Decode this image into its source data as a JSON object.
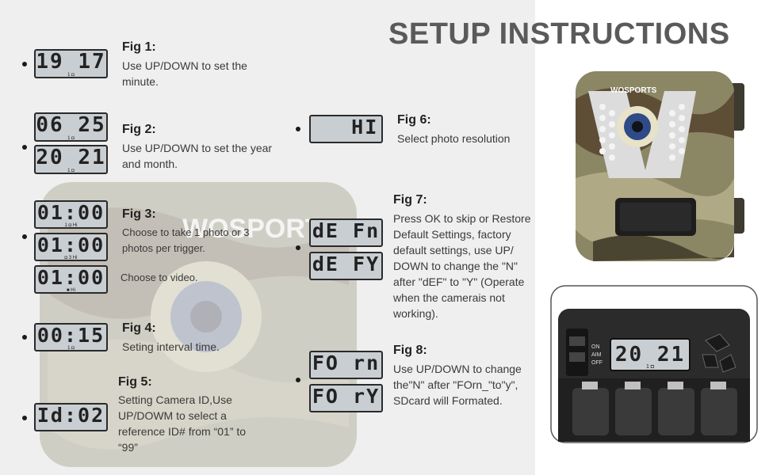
{
  "title": "SETUP INSTRUCTIONS",
  "watermark_brand": "WOSPORTS",
  "figures": [
    {
      "id": "fig1",
      "title": "Fig 1:",
      "text": "Use UP/DOWN to set the minute.",
      "lcd": [
        {
          "digits": "19 17",
          "sub": "1 ◘"
        }
      ]
    },
    {
      "id": "fig2",
      "title": "Fig 2:",
      "text": "Use UP/DOWN to set the year and month.",
      "lcd": [
        {
          "digits": "06 25",
          "sub": "1 ◘"
        },
        {
          "digits": "20 21",
          "sub": "1 ◘"
        }
      ]
    },
    {
      "id": "fig3",
      "title": "Fig 3:",
      "text": "Choose to take 1 photo or 3 photos per trigger.",
      "text2": "Choose to video.",
      "lcd": [
        {
          "digits": "01:00",
          "sub": "1 ◘   Hi"
        },
        {
          "digits": "01:00",
          "sub": "◘ 3   Hi"
        },
        {
          "digits": "01:00",
          "sub": "■   Hi"
        }
      ]
    },
    {
      "id": "fig4",
      "title": "Fig 4:",
      "text": "Seting interval time.",
      "lcd": [
        {
          "digits": "00:15",
          "sub": "1 ◘"
        }
      ]
    },
    {
      "id": "fig5",
      "title": "Fig 5:",
      "text": "Setting Camera ID,Use UP/DOWM to select a reference ID# from “01”   to   “99”",
      "lcd": [
        {
          "digits": "Id:02",
          "sub": ""
        }
      ]
    },
    {
      "id": "fig6",
      "title": "Fig 6:",
      "text": "Select photo resolution",
      "lcd": [
        {
          "digits": "   HI",
          "sub": ""
        }
      ]
    },
    {
      "id": "fig7",
      "title": "Fig 7:",
      "text": "Press OK to skip or Restore Default Settings, factory default settings, use UP/ DOWN to change the \"N\" after \"dEF\" to \"Y\" (Operate when the camerais not working).",
      "lcd": [
        {
          "digits": "dE Fn",
          "sub": ""
        },
        {
          "digits": "dE FY",
          "sub": ""
        }
      ]
    },
    {
      "id": "fig8",
      "title": "Fig 8:",
      "text": "Use UP/DOWN to change the\"N\" after \"FOrn_\"to\"y\", SDcard will Formated.",
      "lcd": [
        {
          "digits": "FO rn",
          "sub": ""
        },
        {
          "digits": "FO rY",
          "sub": ""
        }
      ]
    }
  ],
  "camera": {
    "brand": "WOSPORTS"
  },
  "panel": {
    "lcd_digits": "20 21",
    "lcd_sub": "1 ◘",
    "switch_labels": [
      "ON",
      "AIM",
      "OFF"
    ]
  },
  "colors": {
    "lcd_bg": "#c9ced2",
    "title": "#5a5a5a",
    "camo_green": "#8a8f6a",
    "camo_brown": "#6e5a3e"
  }
}
